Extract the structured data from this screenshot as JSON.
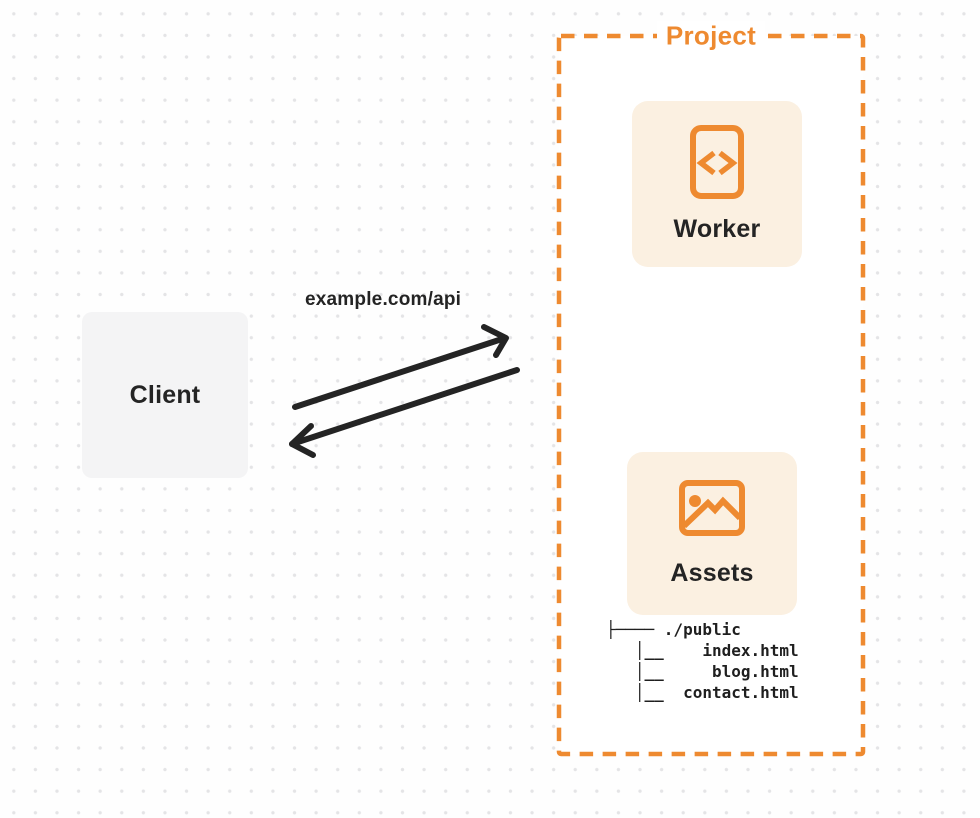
{
  "colors": {
    "accent": "#EE8A30",
    "card-bg": "#FBF0E1",
    "client-bg": "#F4F4F5",
    "ink": "#242424",
    "dot": "#E4E4E6",
    "bg": "#FEFEFE"
  },
  "client": {
    "label": "Client"
  },
  "request": {
    "label": "example.com/api"
  },
  "project": {
    "label": "Project",
    "worker": {
      "label": "Worker",
      "icon": "code-file-icon"
    },
    "assets": {
      "label": "Assets",
      "icon": "image-icon"
    },
    "file_tree": {
      "root": "./public",
      "files": [
        "index.html",
        "blog.html",
        "contact.html"
      ],
      "lines": [
        "├──── ./public",
        "   │__    index.html",
        "   │__     blog.html",
        "   │__  contact.html"
      ]
    }
  }
}
